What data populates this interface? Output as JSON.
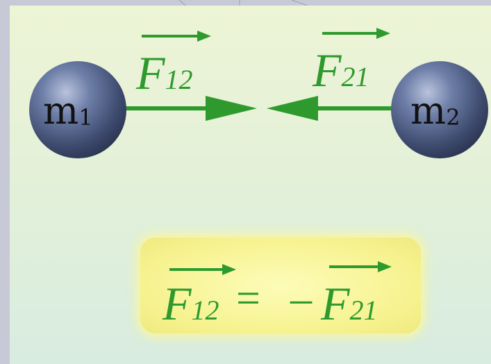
{
  "colors": {
    "force_green": "#2e9a2e",
    "mass_sphere": "#5b6d96",
    "equation_box": "#f6f28f",
    "panel": "#e6f2d8"
  },
  "masses": [
    {
      "symbol": "m",
      "subscript": "1"
    },
    {
      "symbol": "m",
      "subscript": "2"
    }
  ],
  "forces": [
    {
      "symbol": "F",
      "subscript": "12"
    },
    {
      "symbol": "F",
      "subscript": "21"
    }
  ],
  "equation": {
    "lhs": {
      "symbol": "F",
      "subscript": "12"
    },
    "operator": "=",
    "sign": "–",
    "rhs": {
      "symbol": "F",
      "subscript": "21"
    }
  }
}
